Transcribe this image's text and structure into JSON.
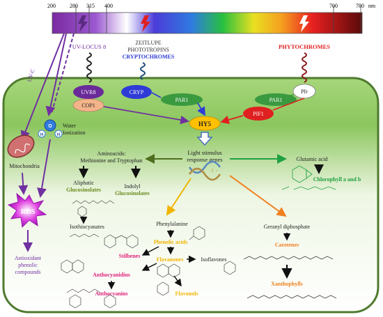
{
  "spectrum": {
    "ticks": [
      "200",
      "280",
      "315",
      "400",
      "700",
      "780"
    ],
    "unit": "nm"
  },
  "sources": {
    "uv_locus": "UV-LOCUS 8",
    "zeitlupe": "ZEITLUPE",
    "phototropins": "PHOTOTROPINS",
    "cryptochromes": "CRYPTOCHROMES",
    "phytochromes": "PHYTOCHROMES",
    "uvc": "UV-C"
  },
  "proteins": {
    "uvr8": "UVR8",
    "cop1": "COP1",
    "cryp": "CRYP",
    "par1_left": "PAR1",
    "par1_right": "PAR1",
    "pfr": "Pfr",
    "pif1": "PIF1",
    "hy5": "HY5"
  },
  "labels": {
    "mitochondria": "Mitochondria",
    "water_line1": "Water",
    "water_line2": "Ionization",
    "ros": "ROS",
    "antioxidant_line1": "Antioxidant",
    "antioxidant_line2": "phenolic",
    "antioxidant_line3": "compounds",
    "light_line1": "Light stimulus",
    "light_line2": "response genes",
    "aminoacids_line1": "Aminoacids:",
    "aminoacids_line2": "Methionine and Tryptophan",
    "aliphatic_line1": "Aliphatic",
    "aliphatic_line2": "Glucosinolates",
    "indolyl_line1": "Indolyl",
    "indolyl_line2": "Glucosinolates",
    "isothiocyanates": "Isothiocyanates",
    "glutamic": "Glutamic acid",
    "chlorophyll": "Chlorophyll a and b",
    "phenylalanine": "Phenylalanine",
    "phenolic_acids": "Phenolic acids",
    "stilbenes": "Stilbenes",
    "flavanones": "Flavanones",
    "isoflavones": "Isoflavones",
    "anthocyanidins": "Anthocyanidins",
    "anthocyanins": "Anthocyanins",
    "flavonols": "Flavonols",
    "geranyl": "Geranyl diphosphate",
    "carotenes": "Carotenes",
    "xanthophylls": "Xanthophylls",
    "h_left": "H",
    "h_right": "H",
    "o": "O"
  },
  "colors": {
    "cell_fill": "#86c45a",
    "cell_stroke": "#4f7a2e",
    "purple": "#7030a0",
    "blue": "#2e3bd6",
    "red": "#e02020",
    "orange": "#f08020",
    "yellow": "#f0b400",
    "green": "#20a040",
    "pink": "#e0207a",
    "olive": "#4f6e1e"
  }
}
